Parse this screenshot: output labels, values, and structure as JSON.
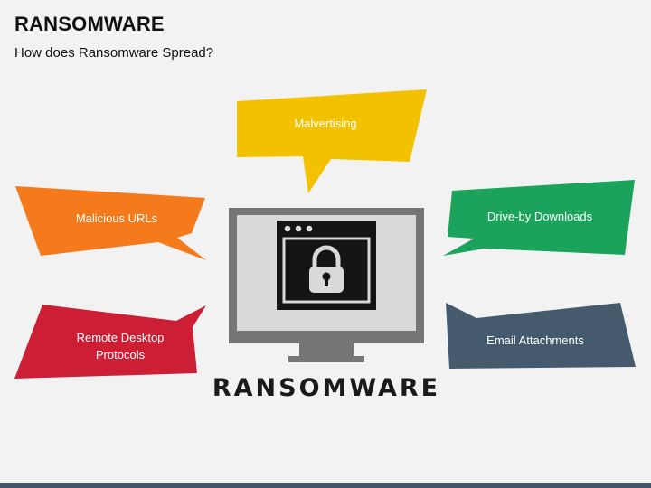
{
  "header": {
    "title": "RANSOMWARE",
    "subtitle": "How does Ransomware Spread?"
  },
  "center": {
    "label": "RANSOMWARE",
    "icon": "padlock-window-icon"
  },
  "bubbles": {
    "malvertising": {
      "label": "Malvertising",
      "color": "#f2c200"
    },
    "malicious_urls": {
      "label": "Malicious URLs",
      "color": "#f47a1c"
    },
    "drive_by": {
      "label": "Drive-by Downloads",
      "color": "#1ba35b"
    },
    "remote_desktop": {
      "line1": "Remote Desktop",
      "line2": "Protocols",
      "color": "#cc1f36"
    },
    "email": {
      "label": "Email Attachments",
      "color": "#465a6e"
    }
  }
}
